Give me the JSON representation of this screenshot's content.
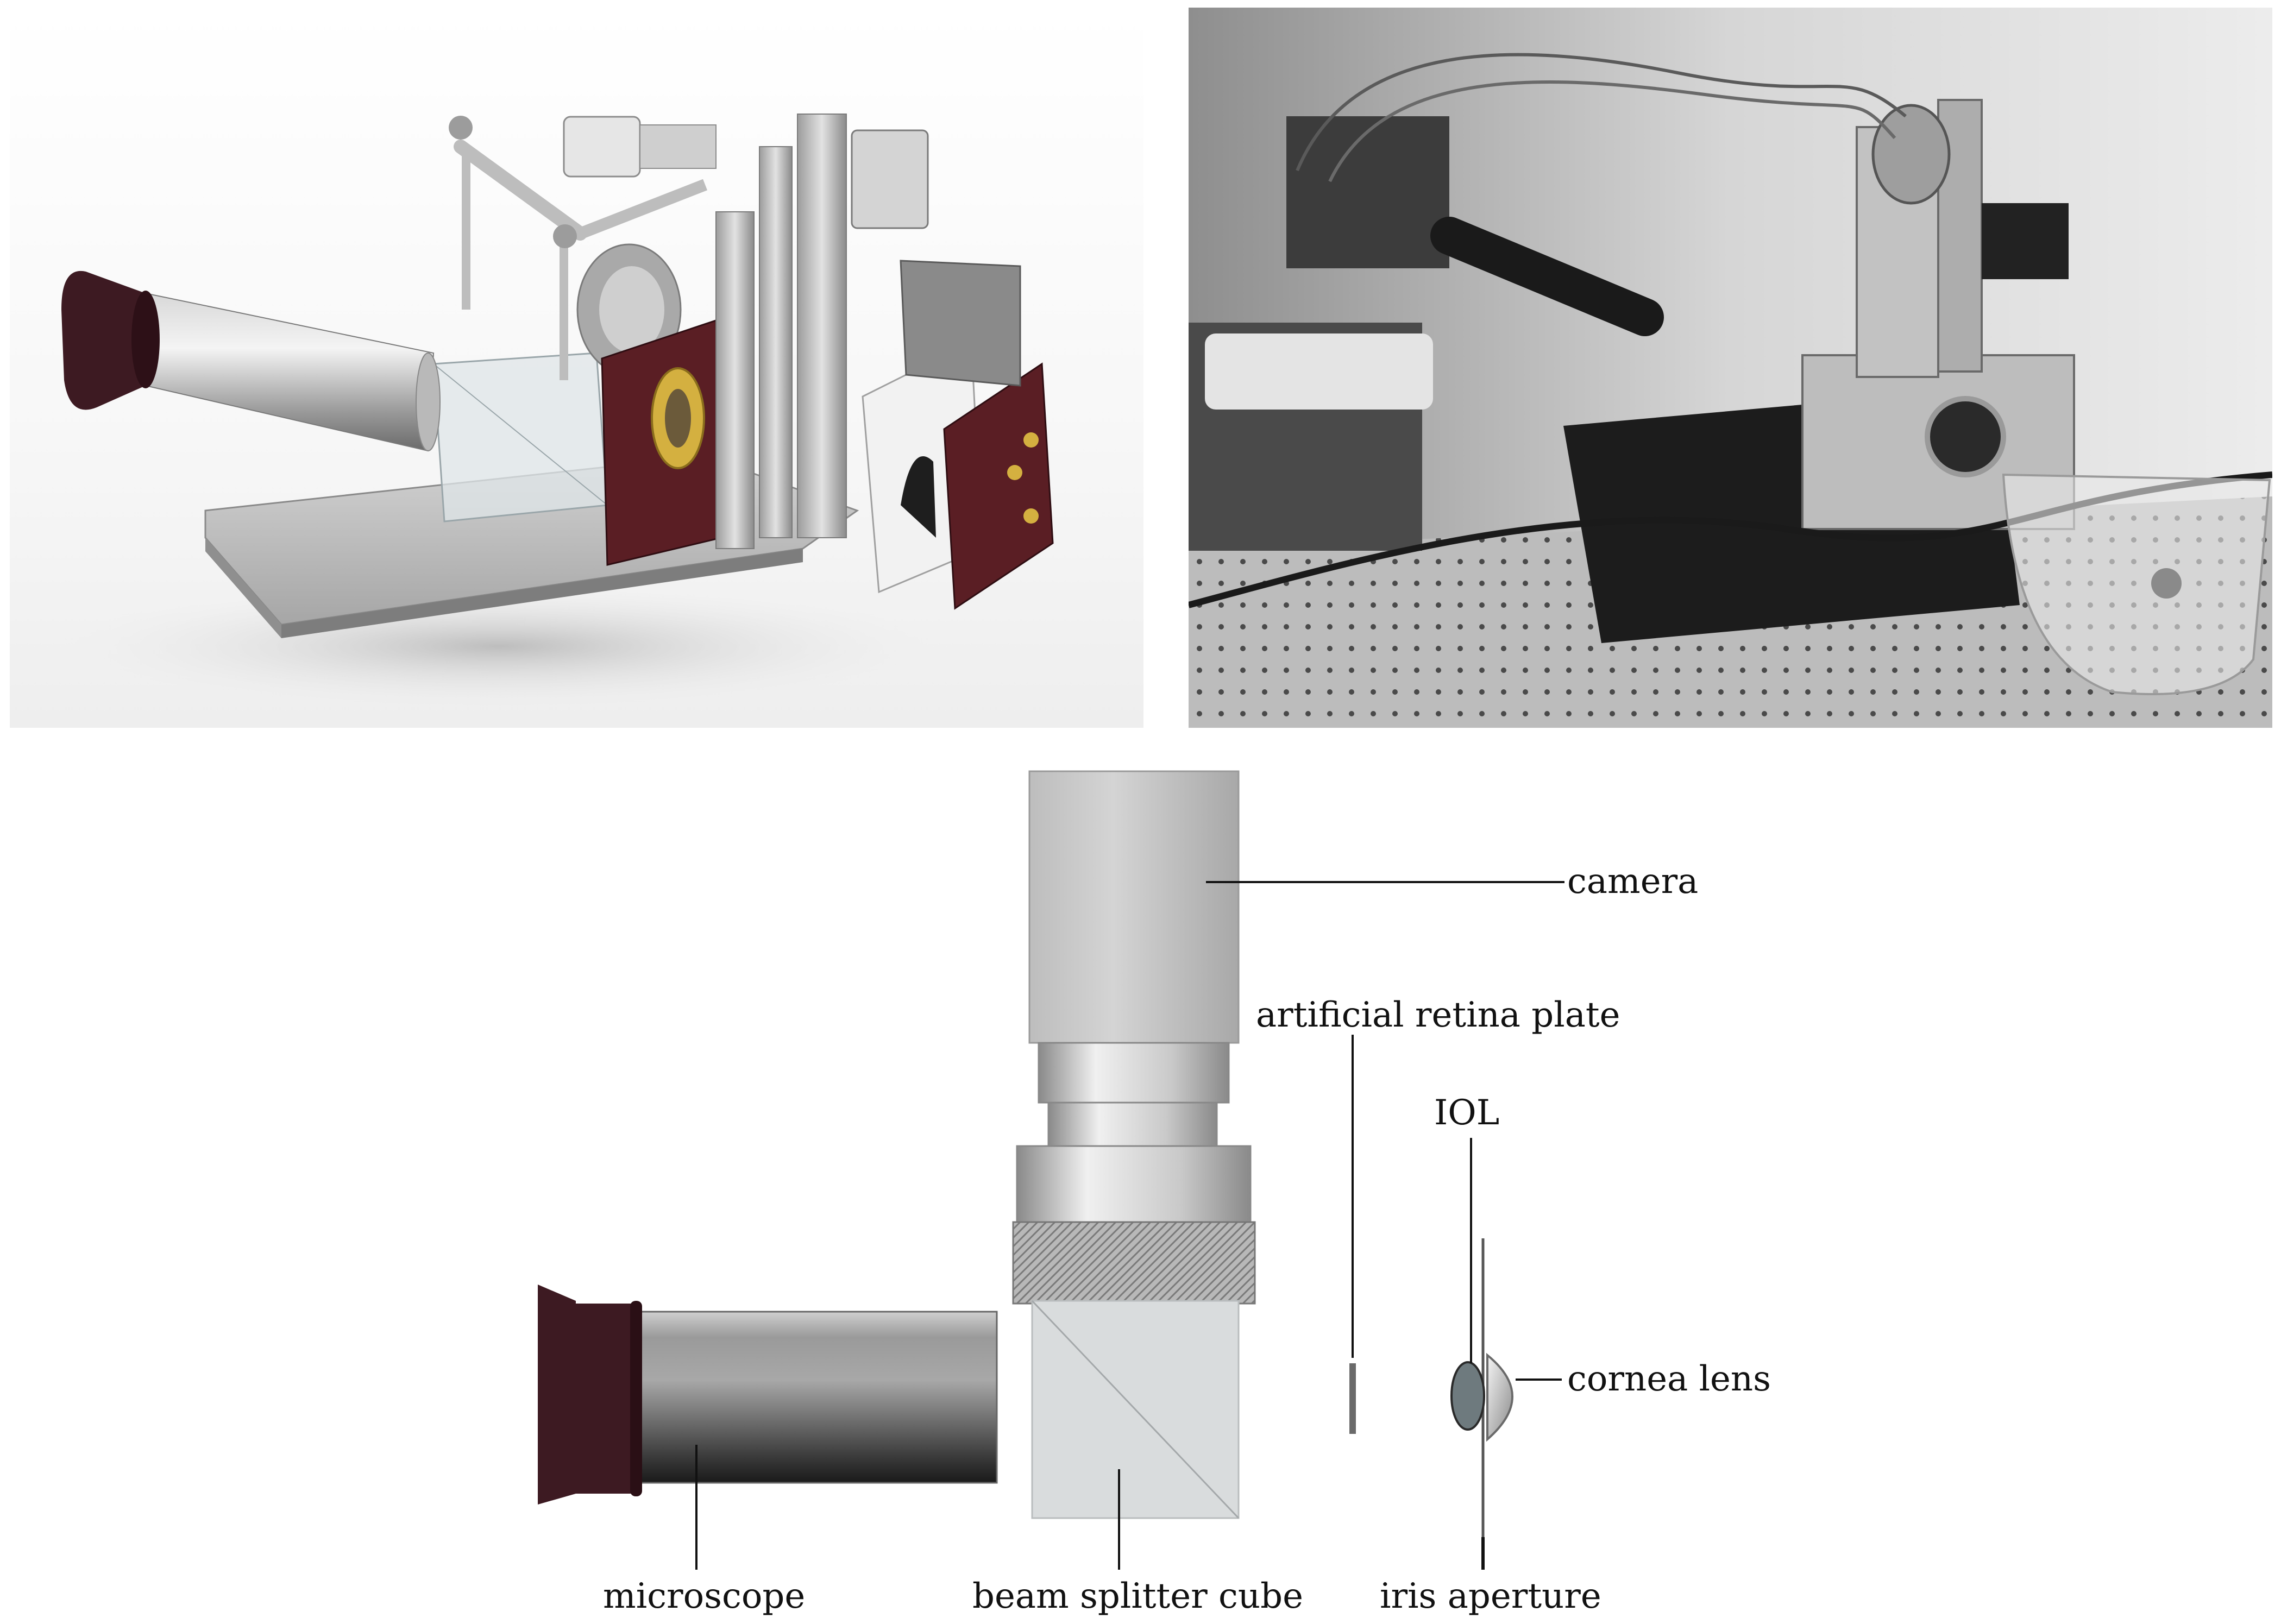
{
  "schematic": {
    "labels": {
      "camera": "camera",
      "retina_plate": "artificial retina plate",
      "iol": "IOL",
      "cornea_lens": "cornea lens",
      "microscope": "microscope",
      "beam_splitter": "beam splitter cube",
      "iris_aperture": "iris aperture"
    }
  },
  "colors": {
    "eyepiece": "#3d1a22",
    "mount_plate": "#5a1e24",
    "brass": "#d4b040",
    "aluminum": "#c8c8c8"
  }
}
